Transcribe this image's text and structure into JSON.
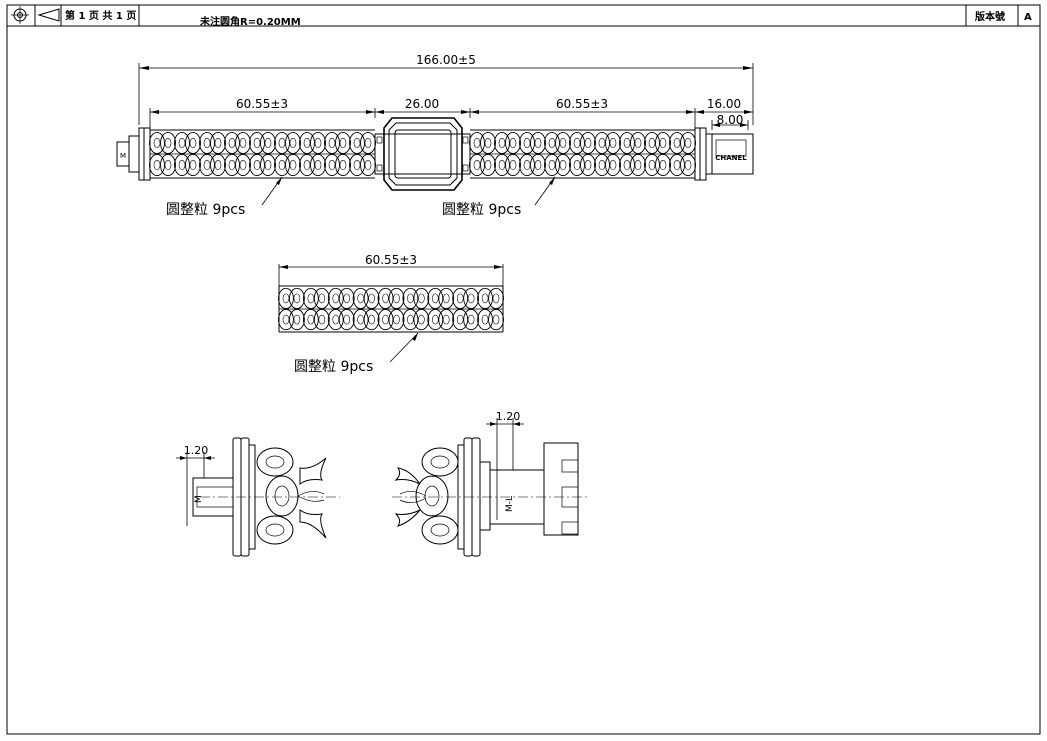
{
  "title_block": {
    "sheet_label": "第 1 页 共 1 页",
    "note": "未注圆角R=0.20MM",
    "version_label": "版本號",
    "version_value": "A"
  },
  "top_view": {
    "overall_dim": "166.00±5",
    "left_chain_dim": "60.55±3",
    "case_dim": "26.00",
    "right_chain_dim": "60.55±3",
    "clasp_dim": "16.00",
    "clasp_inner_dim": "8.00",
    "clasp_brand": "CHANEL",
    "left_label": "圆整粒 9pcs",
    "right_label": "圆整粒 9pcs",
    "left_chain_links": 9,
    "right_chain_links": 9
  },
  "middle_view": {
    "chain_dim": "60.55±3",
    "label": "圆整粒 9pcs",
    "chain_links": 9
  },
  "detail_views": {
    "left_dim": "1.20",
    "left_label": "M",
    "right_dim": "1.20",
    "right_label": "M-L"
  }
}
